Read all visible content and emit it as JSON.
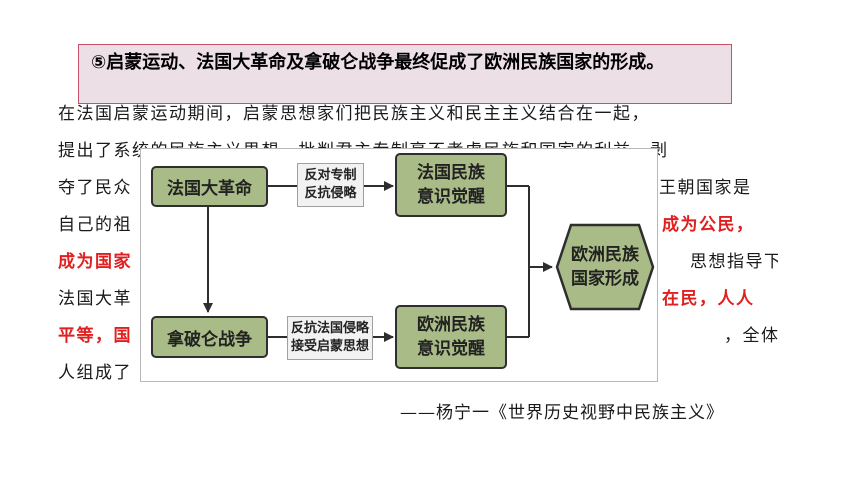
{
  "callout": {
    "text": "⑤启蒙运动、法国大革命及拿破仑战争最终促成了欧洲民族国家的形成。"
  },
  "passage": {
    "lines": [
      [
        {
          "text": "在法国启蒙运动期间，启蒙思想家们把民族主义和民主主义结合在一起，",
          "red": false
        }
      ],
      [
        {
          "text": "提出了系统的民族主义思想，批判君主专制毫不考虑民族和国家的利益，剥",
          "red": false
        }
      ],
      [
        {
          "text": "夺了民众",
          "red": false
        },
        {
          "text": "……",
          "red": false
        },
        {
          "text": "王朝国家是",
          "red": false
        }
      ],
      [
        {
          "text": "自己的祖",
          "red": false
        },
        {
          "text": "……",
          "red": false
        },
        {
          "text": "成为公民，",
          "red": true
        }
      ],
      [
        {
          "text": "成为国家",
          "red": true
        },
        {
          "text": "……",
          "red": false
        },
        {
          "text": "思想指导下，",
          "red": false
        }
      ],
      [
        {
          "text": "法国大革",
          "red": false
        },
        {
          "text": "……",
          "red": false
        },
        {
          "text": "在民，人人",
          "red": true
        }
      ],
      [
        {
          "text": "平等，国",
          "red": true
        },
        {
          "text": "……",
          "red": false
        },
        {
          "text": "，全体法国",
          "red": false
        }
      ],
      [
        {
          "text": "人组成了",
          "red": false
        }
      ]
    ]
  },
  "citation": "——杨宁一《世界历史视野中民族主义》",
  "diagram": {
    "nodes": {
      "french_revolution": "法国大革命",
      "napoleonic_wars": "拿破仑战争",
      "french_awakening": [
        "法国民族",
        "意识觉醒"
      ],
      "european_awakening": [
        "欧洲民族",
        "意识觉醒"
      ],
      "nation_states": [
        "欧洲民族",
        "国家形成"
      ]
    },
    "edge_labels": {
      "top": [
        "反对专制",
        "反抗侵略"
      ],
      "bottom": [
        "反抗法国侵略",
        "接受启蒙思想"
      ]
    },
    "colors": {
      "box_fill": "#a9bb86",
      "box_border": "#2e2e2e",
      "arrow": "#2e2e2e"
    }
  }
}
